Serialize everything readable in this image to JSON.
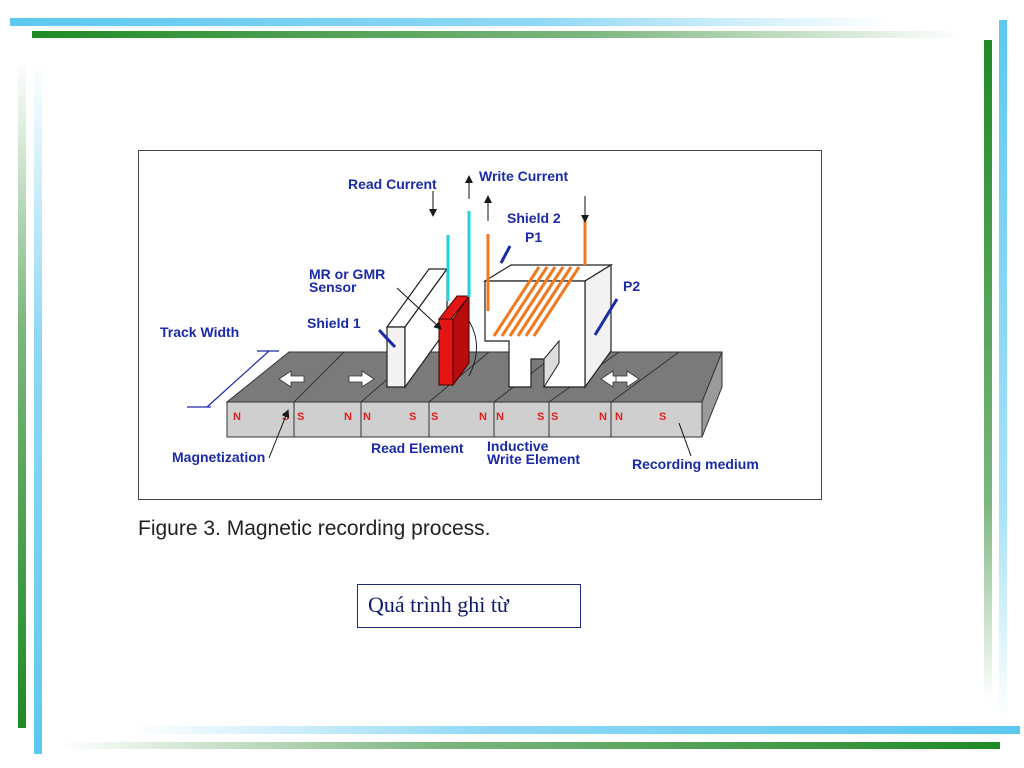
{
  "diagram": {
    "labels": {
      "read_current": "Read Current",
      "write_current": "Write Current",
      "shield2": "Shield 2",
      "p1": "P1",
      "p2": "P2",
      "mr_sensor_line1": "MR or GMR",
      "mr_sensor_line2": "Sensor",
      "shield1": "Shield 1",
      "track_width": "Track Width",
      "magnetization": "Magnetization",
      "read_element": "Read Element",
      "inductive_line1": "Inductive",
      "inductive_line2": "Write Element",
      "recording_medium": "Recording medium"
    },
    "poles": [
      "N",
      "S",
      "S",
      "N",
      "N",
      "S",
      "S",
      "N",
      "N",
      "S",
      "S",
      "N",
      "N",
      "S"
    ],
    "colors": {
      "label": "#1a2aa8",
      "pole": "#e02020",
      "read_lead": "#20d0e0",
      "write_coil": "#f07820",
      "sensor": "#e01010",
      "medium_top": "#808080",
      "medium_front": "#c8c8c8"
    }
  },
  "figure_caption": "Figure 3. Magnetic recording process.",
  "caption_box": "Quá trình ghi từ",
  "decor": {
    "accent_cyan": "#5cc8f0",
    "accent_green": "#1f8a25"
  }
}
